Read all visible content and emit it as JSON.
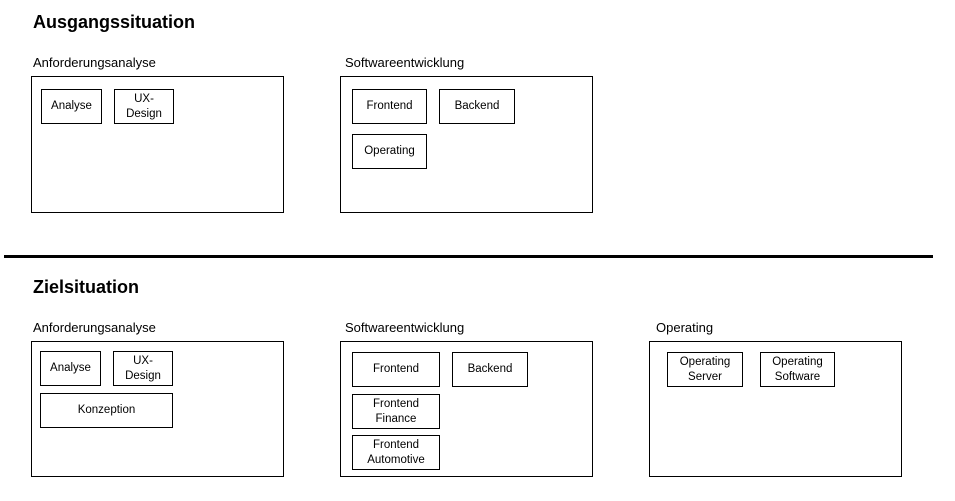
{
  "before": {
    "heading": "Ausgangssituation",
    "groups": [
      {
        "title": "Anforderungsanalyse",
        "nodes": [
          "Analyse",
          "UX-\nDesign"
        ]
      },
      {
        "title": "Softwareentwicklung",
        "nodes": [
          "Frontend",
          "Backend",
          "Operating"
        ]
      }
    ]
  },
  "after": {
    "heading": "Zielsituation",
    "groups": [
      {
        "title": "Anforderungsanalyse",
        "nodes": [
          "Analyse",
          "UX-\nDesign",
          "Konzeption"
        ]
      },
      {
        "title": "Softwareentwicklung",
        "nodes": [
          "Frontend",
          "Backend",
          "Frontend\nFinance",
          "Frontend\nAutomotive"
        ]
      },
      {
        "title": "Operating",
        "nodes": [
          "Operating\nServer",
          "Operating\nSoftware"
        ]
      }
    ]
  }
}
